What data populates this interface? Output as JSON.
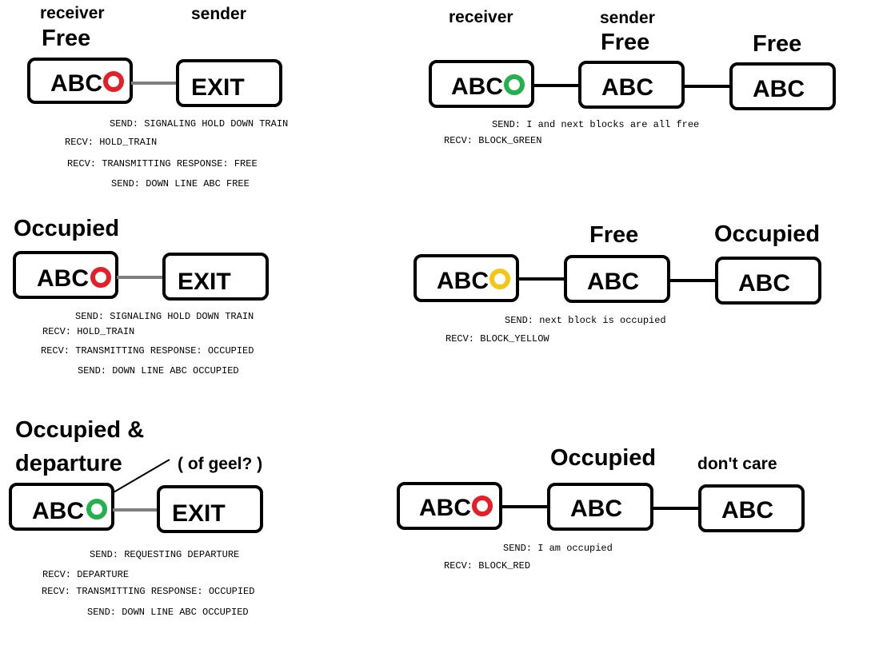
{
  "colors": {
    "signal_red": "#e32028",
    "signal_green": "#22b14c",
    "signal_yellow": "#f5c518",
    "exit_link": "#7f7f7f",
    "block_link": "#000000"
  },
  "labels": {
    "receiver": "receiver",
    "sender": "sender",
    "free": "Free",
    "occupied": "Occupied",
    "occupied_departure_line1": "Occupied &",
    "occupied_departure_line2": "departure",
    "of_geel": "( of geel? )",
    "dont_care": "don't care",
    "abc": "ABC",
    "exit": "EXIT"
  },
  "scenarios": {
    "exit_free": {
      "signal": "red-signal-icon",
      "messages": [
        "SEND: SIGNALING HOLD DOWN TRAIN",
        "RECV: HOLD_TRAIN",
        "RECV: TRANSMITTING RESPONSE: FREE",
        "SEND: DOWN LINE ABC FREE"
      ]
    },
    "exit_occupied": {
      "signal": "red-signal-icon",
      "messages": [
        "SEND: SIGNALING HOLD DOWN TRAIN",
        "RECV: HOLD_TRAIN",
        "RECV: TRANSMITTING RESPONSE: OCCUPIED",
        "SEND: DOWN LINE ABC OCCUPIED"
      ]
    },
    "exit_departure": {
      "signal": "green-signal-icon",
      "messages": [
        "SEND: REQUESTING DEPARTURE",
        "RECV: DEPARTURE",
        "RECV: TRANSMITTING RESPONSE: OCCUPIED",
        "SEND: DOWN LINE ABC OCCUPIED"
      ]
    },
    "chain_green": {
      "signal": "green-signal-icon",
      "messages": [
        "SEND: I and next blocks are all free",
        "RECV: BLOCK_GREEN"
      ]
    },
    "chain_yellow": {
      "signal": "yellow-signal-icon",
      "messages": [
        "SEND: next block is occupied",
        "RECV: BLOCK_YELLOW"
      ]
    },
    "chain_red": {
      "signal": "red-signal-icon",
      "messages": [
        "SEND: I am occupied",
        "RECV: BLOCK_RED"
      ]
    }
  }
}
